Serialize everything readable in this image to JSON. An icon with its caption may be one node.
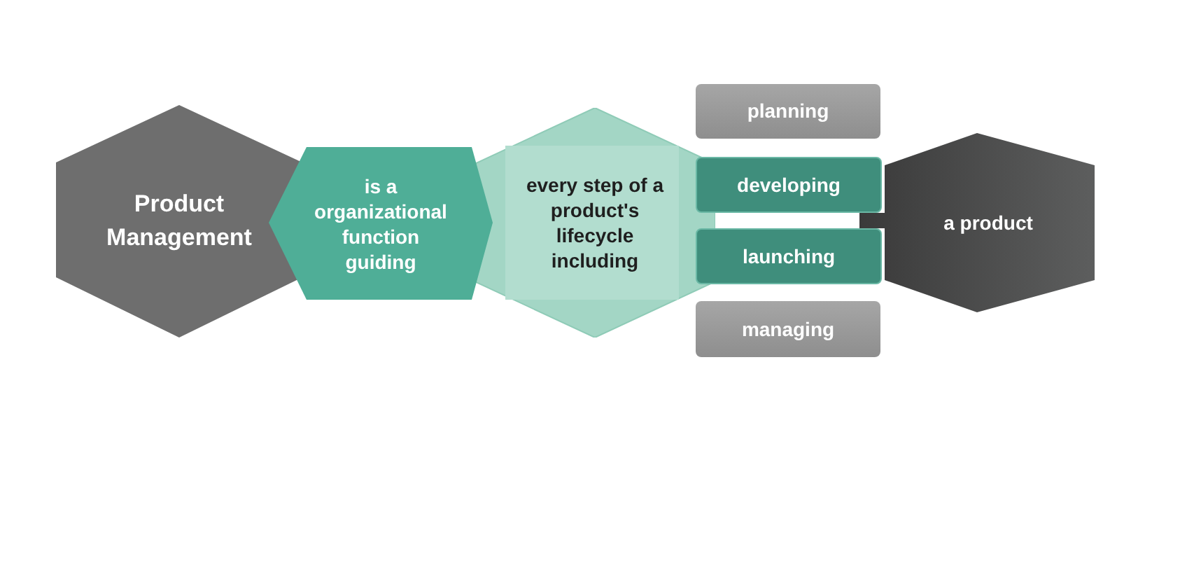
{
  "diagram": {
    "nodes": [
      {
        "text": [
          "Product Management"
        ]
      },
      {
        "text": [
          "is a organizational function guiding"
        ]
      },
      {
        "text": [
          "every step of a product's lifecycle including"
        ]
      },
      {
        "text": [
          "planning"
        ]
      },
      {
        "text": [
          "developing"
        ]
      },
      {
        "text": [
          "launching"
        ]
      },
      {
        "text": [
          "managing"
        ]
      },
      {
        "text": [
          "a product"
        ]
      }
    ]
  }
}
